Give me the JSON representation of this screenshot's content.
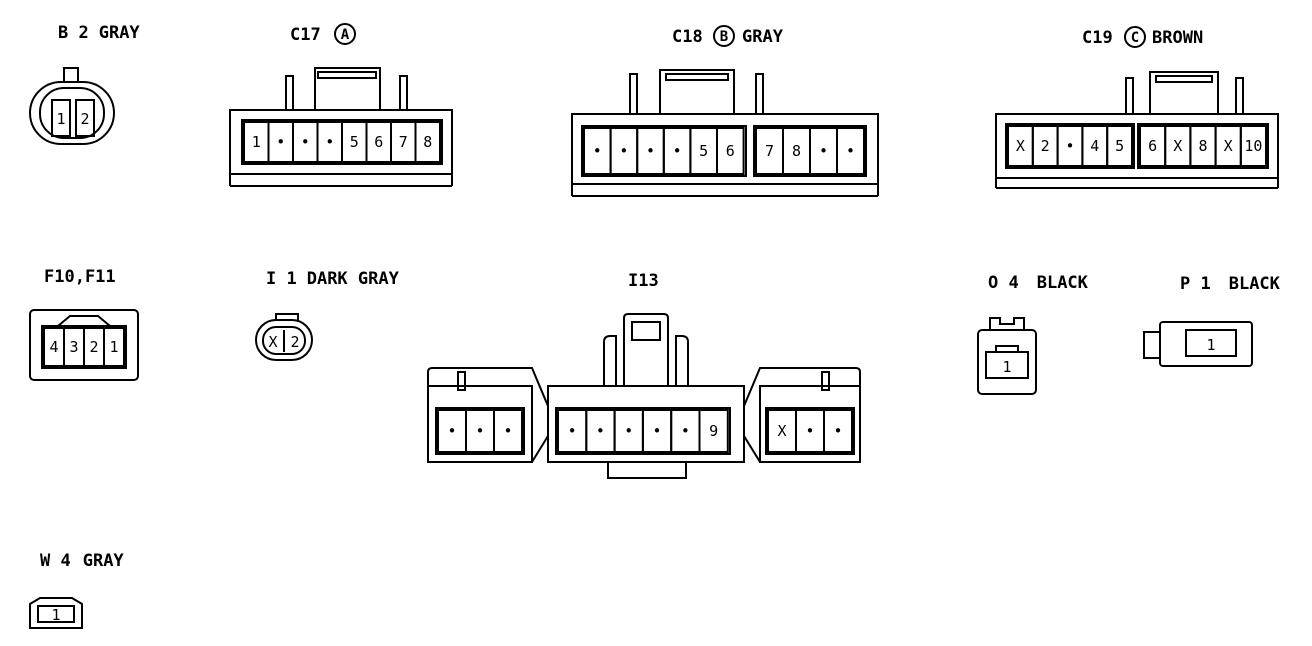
{
  "connectors": [
    {
      "id": "b2",
      "name": "B 2",
      "color": "GRAY",
      "pins": [
        "1",
        "2"
      ]
    },
    {
      "id": "c17",
      "name": "C17",
      "badge": "A",
      "pins": [
        "1",
        "•",
        "•",
        "•",
        "5",
        "6",
        "7",
        "8"
      ]
    },
    {
      "id": "c18",
      "name": "C18",
      "badge": "B",
      "color": "GRAY",
      "pins": [
        "•",
        "•",
        "•",
        "•",
        "5",
        "6",
        "7",
        "8",
        "•",
        "•"
      ]
    },
    {
      "id": "c19",
      "name": "C19",
      "badge": "C",
      "color": "BROWN",
      "pins": [
        "X",
        "2",
        "•",
        "4",
        "5",
        "6",
        "X",
        "8",
        "X",
        "10"
      ]
    },
    {
      "id": "f10",
      "name": "F10,F11",
      "pins": [
        "4",
        "3",
        "2",
        "1"
      ]
    },
    {
      "id": "i1",
      "name": "I 1",
      "color": "DARK GRAY",
      "pins": [
        "X",
        "2"
      ]
    },
    {
      "id": "i13",
      "name": "I13",
      "pins": [
        "•",
        "•",
        "•",
        "•",
        "•",
        "•",
        "•",
        "•",
        "9",
        "X",
        "•",
        "•"
      ]
    },
    {
      "id": "o4",
      "name": "O 4",
      "color": "BLACK",
      "pins": [
        "1"
      ]
    },
    {
      "id": "p1",
      "name": "P 1",
      "color": "BLACK",
      "pins": [
        "1"
      ]
    },
    {
      "id": "w4",
      "name": "W 4",
      "color": "GRAY",
      "pins": [
        "1"
      ]
    }
  ]
}
